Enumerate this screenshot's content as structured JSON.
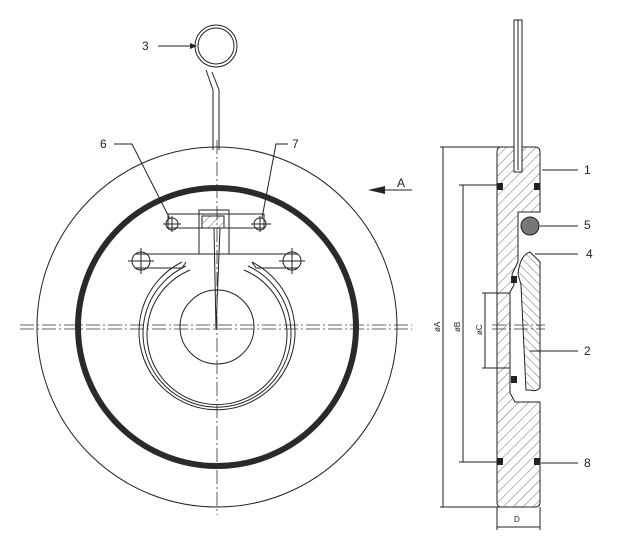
{
  "title": "Wafer swing check valve drawing",
  "callouts": [
    "1",
    "2",
    "3",
    "4",
    "5",
    "6",
    "7",
    "8"
  ],
  "view_arrow": "A",
  "dimensions": {
    "a": "øA",
    "b": "øB",
    "c": "øC",
    "d": "D"
  },
  "colors": {
    "line": "#222222",
    "background": "#ffffff"
  }
}
